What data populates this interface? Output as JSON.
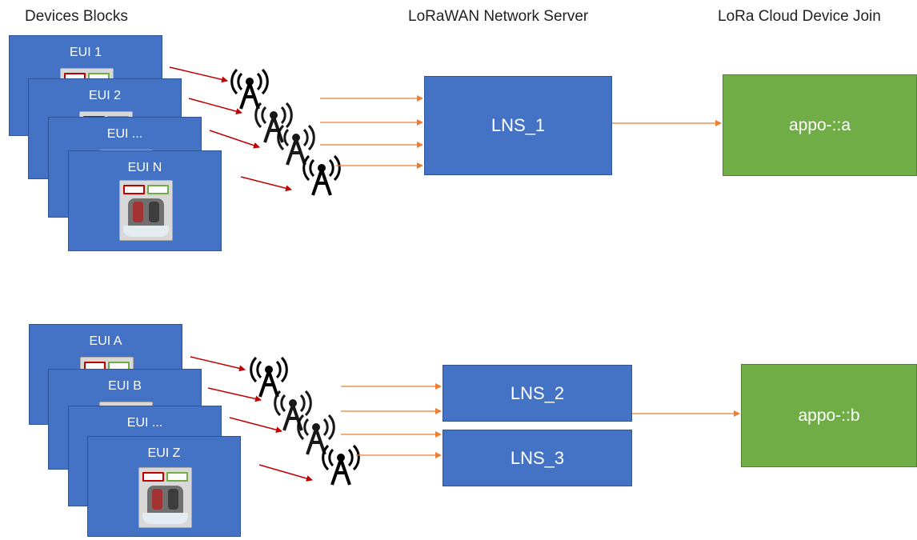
{
  "headers": {
    "devices": "Devices Blocks",
    "network": "LoRaWAN Network Server",
    "cloud": "LoRa Cloud Device Join"
  },
  "group_top": {
    "device_labels": [
      "EUI 1",
      "EUI 2",
      "EUI ...",
      "EUI N"
    ],
    "servers": [
      "LNS_1"
    ],
    "join_server": "appo-::a"
  },
  "group_bottom": {
    "device_labels": [
      "EUI A",
      "EUI B",
      "EUI ...",
      "EUI Z"
    ],
    "servers": [
      "LNS_2",
      "LNS_3"
    ],
    "join_server": "appo-::b"
  },
  "colors": {
    "device_block": "#4472c4",
    "network_server": "#4472c4",
    "join_server": "#70ad47",
    "uplink_arrow": "#c00000",
    "forward_arrow": "#ed7d31"
  },
  "icons": {
    "gateway": "radio-tower-icon",
    "device_photo": "sensor-device-photo"
  }
}
